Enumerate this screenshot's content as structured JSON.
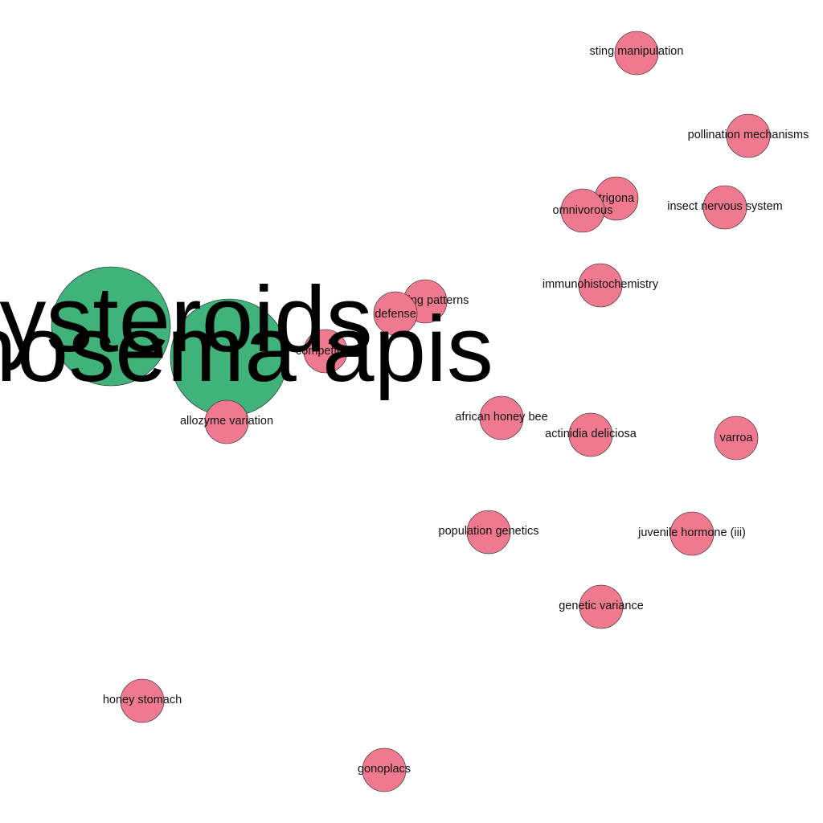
{
  "colors": {
    "large_node": "#3fb37a",
    "small_node": "#ef7a8f",
    "label": "#111111"
  },
  "large_nodes": [
    {
      "id": "ecdysteroids",
      "label": "ecdysteroids"
    },
    {
      "id": "nosema-apis",
      "label": "nosema apis"
    }
  ],
  "nodes": [
    {
      "id": "sting-manipulation",
      "label": "sting manipulation"
    },
    {
      "id": "pollination-mechanisms",
      "label": "pollination mechanisms"
    },
    {
      "id": "trigona",
      "label": "trigona"
    },
    {
      "id": "omnivorous",
      "label": "omnivorous"
    },
    {
      "id": "insect-nervous-system",
      "label": "insect nervous system"
    },
    {
      "id": "immunohistochemistry",
      "label": "immunohistochemistry"
    },
    {
      "id": "foraging-patterns",
      "label": "foraging patterns"
    },
    {
      "id": "defense",
      "label": "defense"
    },
    {
      "id": "competition",
      "label": "competition"
    },
    {
      "id": "allozyme-variation",
      "label": "allozyme variation"
    },
    {
      "id": "african-honey-bee",
      "label": "african honey bee"
    },
    {
      "id": "actinidia-deliciosa",
      "label": "actinidia deliciosa"
    },
    {
      "id": "varroa",
      "label": "varroa"
    },
    {
      "id": "population-genetics",
      "label": "population genetics"
    },
    {
      "id": "juvenile-hormone-iii",
      "label": "juvenile hormone (iii)"
    },
    {
      "id": "genetic-variance",
      "label": "genetic variance"
    },
    {
      "id": "honey-stomach",
      "label": "honey stomach"
    },
    {
      "id": "gonoplacs",
      "label": "gonoplacs"
    }
  ]
}
